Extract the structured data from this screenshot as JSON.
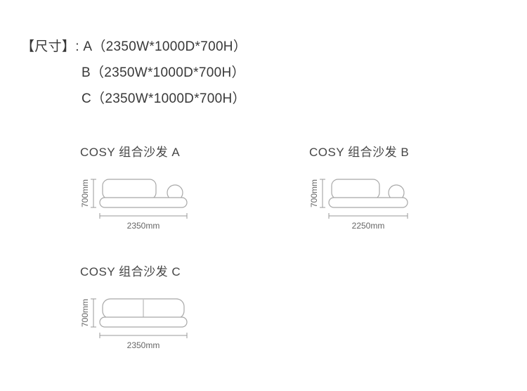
{
  "spec": {
    "prefix": "【尺寸】: ",
    "items": [
      "A（2350W*1000D*700H）",
      "B（2350W*1000D*700H）",
      "C（2350W*1000D*700H）"
    ]
  },
  "products": [
    {
      "title": "COSY 组合沙发 A",
      "height_label": "700mm",
      "width_label": "2350mm"
    },
    {
      "title": "COSY 组合沙发 B",
      "height_label": "700mm",
      "width_label": "2250mm"
    },
    {
      "title": "COSY 组合沙发 C",
      "height_label": "700mm",
      "width_label": "2350mm"
    }
  ],
  "colors": {
    "spec_text": "#383838",
    "title_text": "#454545",
    "dimension_text": "#666666",
    "line": "#a8a8a8",
    "background": "#ffffff"
  }
}
